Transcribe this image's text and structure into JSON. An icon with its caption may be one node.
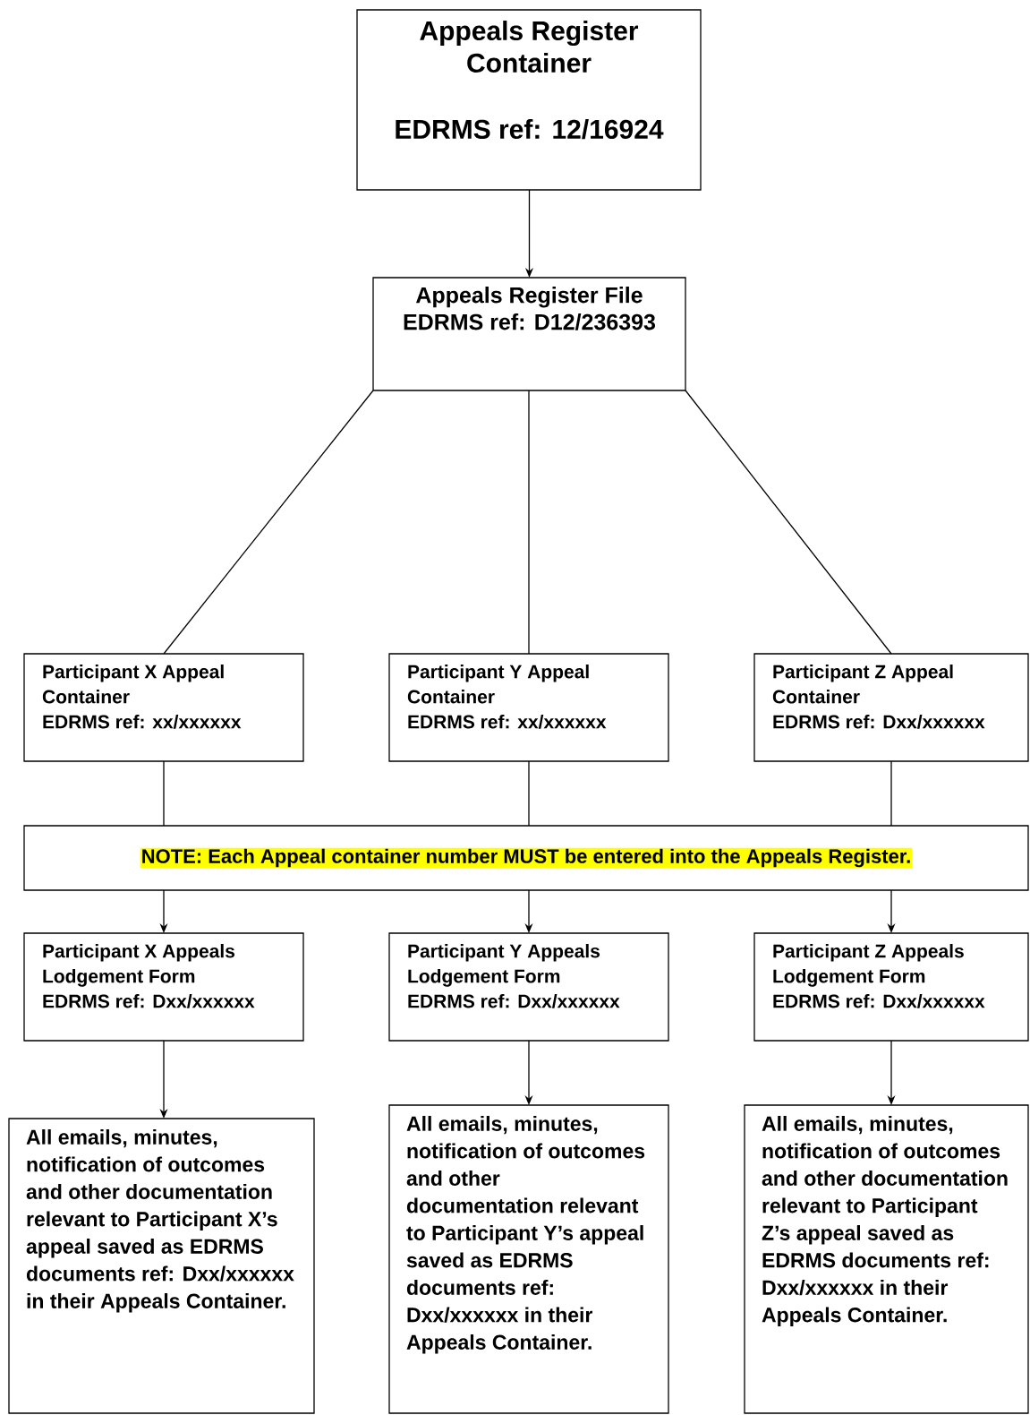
{
  "diagram": {
    "nodes": [
      {
        "text": [
          "Appeals Register Container",
          "EDRMS ref: 12/16924"
        ]
      },
      {
        "text": [
          "Appeals Register File",
          "EDRMS ref: D12/236393"
        ]
      },
      {
        "text": [
          "Participant X Appeal Container",
          "EDRMS ref: xx/xxxxxx"
        ]
      },
      {
        "text": [
          "Participant Y Appeal Container",
          "EDRMS ref: xx/xxxxxx"
        ]
      },
      {
        "text": [
          "Participant Z Appeal Container",
          "EDRMS ref: Dxx/xxxxxx"
        ]
      },
      {
        "text": [
          "NOTE: Each Appeal container number MUST be entered into the Appeals Register."
        ]
      },
      {
        "text": [
          "Participant X Appeals Lodgement Form",
          "EDRMS ref: Dxx/xxxxxx"
        ]
      },
      {
        "text": [
          "Participant Y Appeals Lodgement Form",
          "EDRMS ref: Dxx/xxxxxx"
        ]
      },
      {
        "text": [
          "Participant Z Appeals Lodgement Form",
          "EDRMS ref: Dxx/xxxxxx"
        ]
      },
      {
        "text": [
          "All emails, minutes, notification of outcomes and other documentation relevant to Participant X’s appeal saved as EDRMS documents ref: Dxx/xxxxxx in their Appeals Container."
        ]
      },
      {
        "text": [
          "All emails, minutes, notification of outcomes and other documentation relevant to Participant Y’s appeal saved as EDRMS documents ref: Dxx/xxxxxx in their Appeals Container."
        ]
      },
      {
        "text": [
          "All emails, minutes, notification of outcomes and other documentation relevant to Participant Z’s appeal saved as EDRMS documents ref: Dxx/xxxxxx in their Appeals Container."
        ]
      }
    ],
    "edges": [
      {
        "from": 0,
        "to": 1,
        "arrow": "to"
      },
      {
        "from": 1,
        "to": 2,
        "arrow": "none"
      },
      {
        "from": 1,
        "to": 3,
        "arrow": "none"
      },
      {
        "from": 1,
        "to": 4,
        "arrow": "none"
      },
      {
        "from": 2,
        "to": 5,
        "arrow": "none"
      },
      {
        "from": 3,
        "to": 5,
        "arrow": "none"
      },
      {
        "from": 4,
        "to": 5,
        "arrow": "none"
      },
      {
        "from": 5,
        "to": 6,
        "arrow": "to"
      },
      {
        "from": 5,
        "to": 7,
        "arrow": "to"
      },
      {
        "from": 5,
        "to": 8,
        "arrow": "to"
      },
      {
        "from": 6,
        "to": 9,
        "arrow": "to"
      },
      {
        "from": 7,
        "to": 10,
        "arrow": "to"
      },
      {
        "from": 8,
        "to": 11,
        "arrow": "to"
      }
    ]
  }
}
